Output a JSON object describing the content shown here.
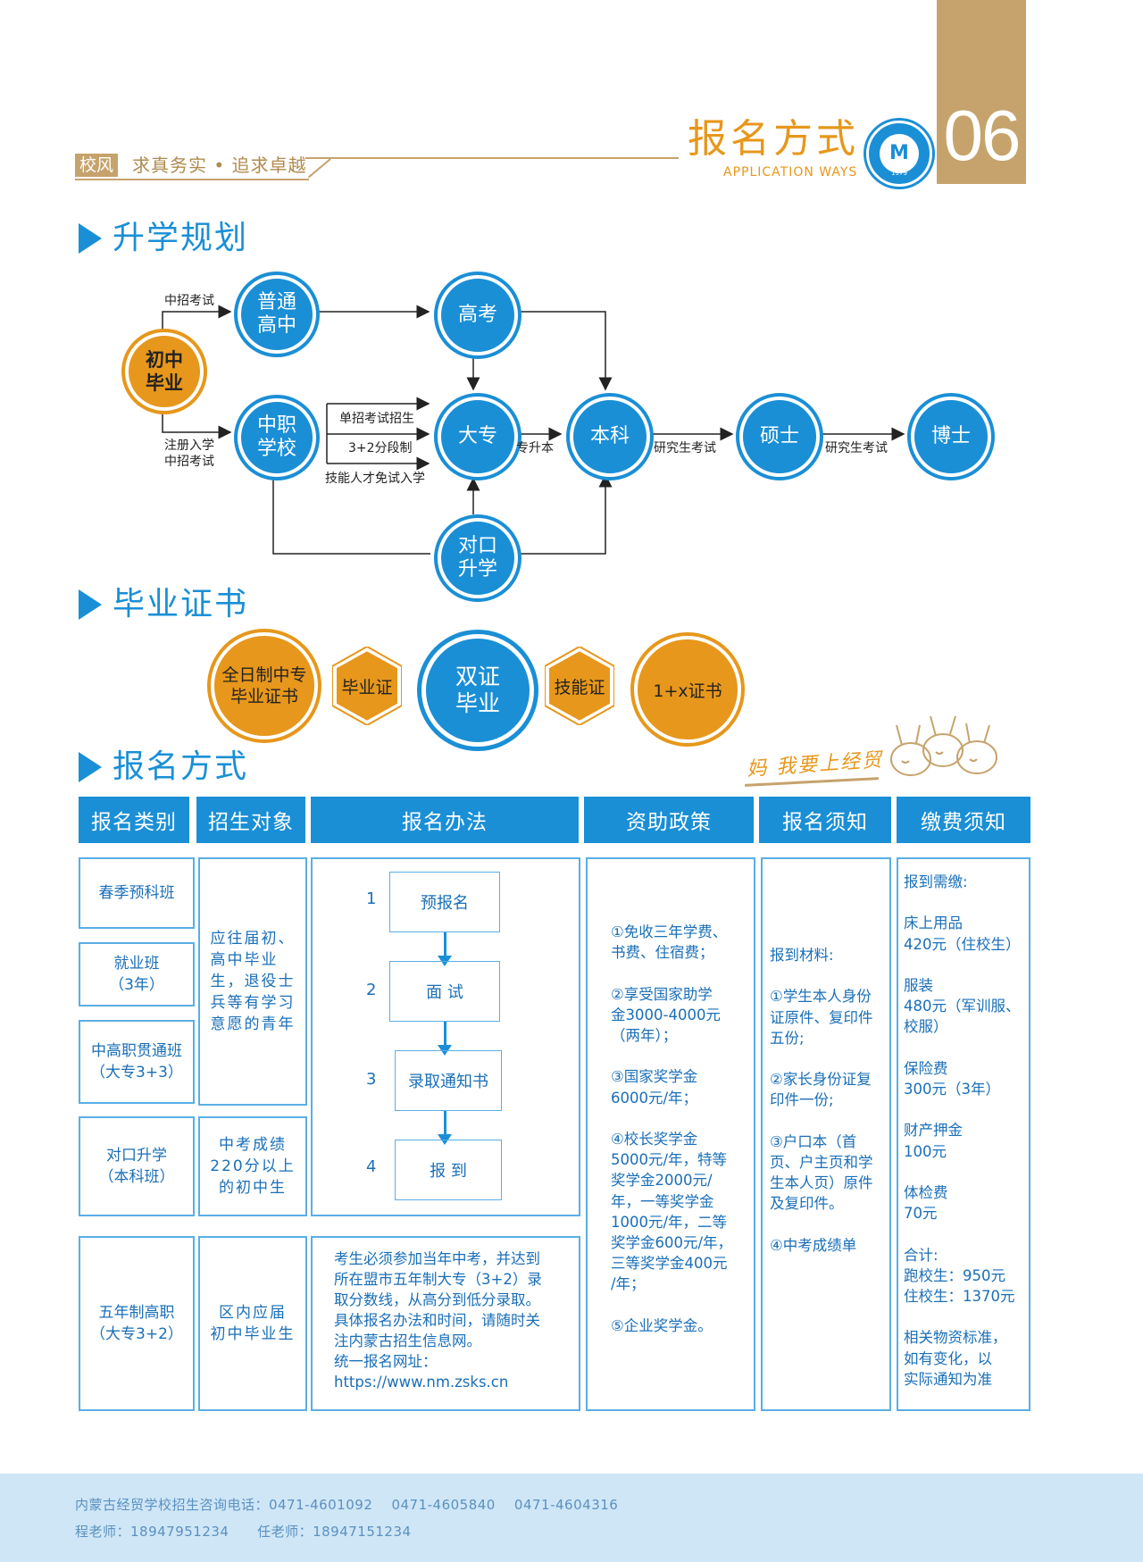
{
  "header": {
    "page_number": "06",
    "motto_badge": "校风",
    "motto": "求真务实 • 追求卓越",
    "title": "报名方式",
    "subtitle": "APPLICATION WAYS",
    "logo_mark": "M",
    "logo_year": "1979"
  },
  "sections": {
    "plan": "升学规划",
    "certificate": "毕业证书",
    "registration": "报名方式"
  },
  "flow": {
    "nodes": {
      "junior": "初中\n毕业",
      "high_school": "普通\n高中",
      "gaokao": "高考",
      "vocational": "中职\n学校",
      "dazhuan": "大专",
      "benke": "本科",
      "shuoshi": "硕士",
      "boshi": "博士",
      "duikou": "对口\n升学"
    },
    "labels": {
      "zhongzhao": "中招考试",
      "register": "注册入学\n中招考试",
      "danzhao": "单招考试招生",
      "segment": "3+2分段制",
      "skill": "技能人才免试入学",
      "zhuanshengben": "专升本",
      "grad_exam_1": "研究生考试",
      "grad_exam_2": "研究生考试"
    }
  },
  "certificates": {
    "fulltime": "全日制中专\n毕业证书",
    "diploma": "毕业证",
    "dual": "双证\n毕业",
    "skill_cert": "技能证",
    "one_plus_x": "1+x证书"
  },
  "cartoon_caption": "妈 我要上经贸",
  "table": {
    "headers": [
      "报名类别",
      "招生对象",
      "报名办法",
      "资助政策",
      "报名须知",
      "缴费须知"
    ],
    "categories": [
      "春季预科班",
      "就业班\n（3年）",
      "中高职贯通班\n（大专3+3）",
      "对口升学\n（本科班）",
      "五年制高职\n（大专3+2）"
    ],
    "targets": [
      "应往届初、\n高中毕业\n生，退役士\n兵等有学习\n意愿的青年",
      "中考成绩\n220分以上\n的初中生",
      "区内应届\n初中毕业生"
    ],
    "steps": [
      {
        "num": "1",
        "label": "预报名"
      },
      {
        "num": "2",
        "label": "面  试"
      },
      {
        "num": "3",
        "label": "录取通知书"
      },
      {
        "num": "4",
        "label": "报  到"
      }
    ],
    "five_year_method": "考生必须参加当年中考，并达到\n所在盟市五年制大专（3+2）录\n取分数线，从高分到低分录取。\n具体报名办法和时间，请随时关\n注内蒙古招生信息网。\n统一报名网址：\nhttps://www.nm.zsks.cn",
    "aid_policy": "①免收三年学费、\n书费、住宿费；\n\n②享受国家助学\n金3000-4000元\n（两年）；\n\n③国家奖学金\n6000元/年；\n\n④校长奖学金\n5000元/年，特等\n奖学金2000元/\n年，一等奖学金\n1000元/年，二等\n奖学金600元/年，\n三等奖学金400元\n/年；\n\n⑤企业奖学金。",
    "notice": "报到材料:\n\n①学生本人身份\n证原件、复印件\n五份;\n\n②家长身份证复\n印件一份;\n\n③户口本（首\n页、户主页和学\n生本人页）原件\n及复印件。\n\n④中考成绩单",
    "fees": "报到需缴:\n\n床上用品\n420元（住校生）\n\n服装\n480元（军训服、\n校服）\n\n保险费\n300元（3年）\n\n财产押金\n100元\n\n体检费\n70元\n\n合计:\n跑校生：950元\n住校生：1370元\n\n相关物资标准，\n如有变化，以\n实际通知为准"
  },
  "footer": {
    "line1": "内蒙古经贸学校招生咨询电话：0471-4601092    0471-4605840    0471-4604316",
    "line2": "程老师：18947951234      任老师：18947151234"
  },
  "colors": {
    "blue": "#1a8fd6",
    "orange": "#e7971b",
    "gold": "#c6a36c",
    "footer_bg": "#cfe6f7"
  }
}
